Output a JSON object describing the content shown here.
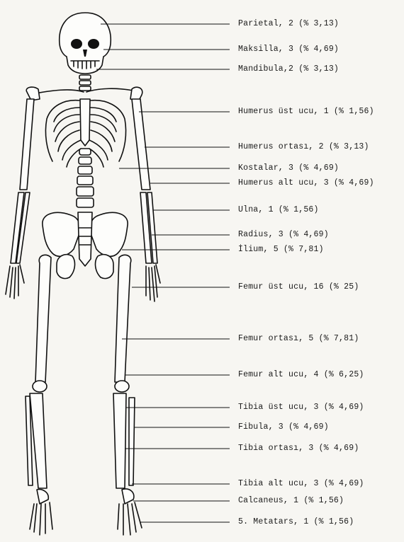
{
  "labels": [
    {
      "id": "parietal",
      "text": "Parietal, 2 (% 3,13)"
    },
    {
      "id": "maksilla",
      "text": "Maksilla, 3 (% 4,69)"
    },
    {
      "id": "mandibula",
      "text": "Mandibula,2 (% 3,13)"
    },
    {
      "id": "humerus-ust",
      "text": "Humerus üst ucu, 1 (% 1,56)"
    },
    {
      "id": "humerus-orta",
      "text": "Humerus ortası, 2 (% 3,13)"
    },
    {
      "id": "kostalar",
      "text": "Kostalar, 3 (% 4,69)"
    },
    {
      "id": "humerus-alt",
      "text": "Humerus alt ucu, 3 (% 4,69)"
    },
    {
      "id": "ulna",
      "text": "Ulna, 1 (% 1,56)"
    },
    {
      "id": "radius",
      "text": "Radius, 3 (% 4,69)"
    },
    {
      "id": "ilium",
      "text": "İlium, 5 (% 7,81)"
    },
    {
      "id": "femur-ust",
      "text": "Femur üst ucu, 16 (% 25)"
    },
    {
      "id": "femur-orta",
      "text": "Femur ortası, 5 (% 7,81)"
    },
    {
      "id": "femur-alt",
      "text": "Femur alt ucu, 4 (% 6,25)"
    },
    {
      "id": "tibia-ust",
      "text": "Tibia üst ucu, 3 (% 4,69)"
    },
    {
      "id": "fibula",
      "text": "Fibula, 3 (% 4,69)"
    },
    {
      "id": "tibia-orta",
      "text": "Tibia ortası, 3 (% 4,69)"
    },
    {
      "id": "tibia-alt",
      "text": "Tibia alt ucu, 3 (% 4,69)"
    },
    {
      "id": "calcaneus",
      "text": "Calcaneus, 1 (% 1,56)"
    },
    {
      "id": "metatars",
      "text": "5. Metatars, 1 (% 1,56)"
    }
  ]
}
